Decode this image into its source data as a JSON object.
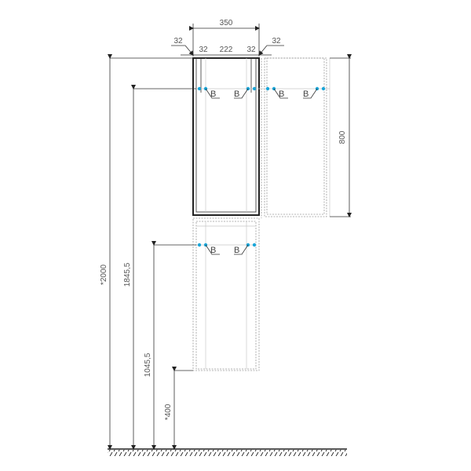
{
  "drawing": {
    "type": "cabinet-mounting-diagram",
    "dimensions": {
      "top_overall_width": "350",
      "left_side_thickness": "32",
      "inner_left_offset": "32",
      "inner_width": "222",
      "inner_right_offset": "32",
      "right_side_thickness": "32",
      "upper_module_height": "800",
      "total_height": "*2000",
      "upper_mount_height": "1845,5",
      "lower_mount_height": "1045,5",
      "floor_clearance": "*400"
    },
    "mount_labels": {
      "upper_left_1": "B",
      "upper_left_2": "B",
      "upper_right_1": "B",
      "upper_right_2": "B",
      "lower_1": "B",
      "lower_2": "B"
    },
    "colors": {
      "mount_point": "#1aa6d9",
      "line": "#222222",
      "dim_text": "#555555"
    }
  }
}
